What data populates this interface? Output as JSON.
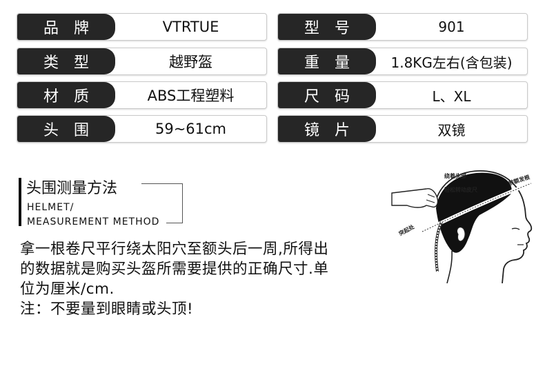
{
  "specs_left": [
    {
      "label": "品　牌",
      "value": "VTRTUE"
    },
    {
      "label": "类　型",
      "value": "越野盔"
    },
    {
      "label": "材　质",
      "value": "ABS工程塑料"
    },
    {
      "label": "头　围",
      "value": "59~61cm"
    }
  ],
  "specs_right": [
    {
      "label": "型　号",
      "value": "901"
    },
    {
      "label": "重　量",
      "value": "1.8KG左右(含包装)"
    },
    {
      "label": "尺　码",
      "value": "L、XL"
    },
    {
      "label": "镜　片",
      "value": "双镜"
    }
  ],
  "measure": {
    "title": "头围测量方法",
    "subtitle_line1": "HELMET/",
    "subtitle_line2": "MEASUREMENT METHOD",
    "description": [
      "拿一根卷尺平行绕太阳穴至额头后一周,所得出",
      "的数据就是购买头盔所需要提供的正确尺寸.单",
      "位为厘米/cm.",
      "注：不要量到眼睛或头顶!"
    ]
  },
  "diagram": {
    "label_wrap": "绕着头部",
    "label_tape": "轻松转动皮尺",
    "label_front": "前额发根",
    "label_back": "突起处"
  }
}
